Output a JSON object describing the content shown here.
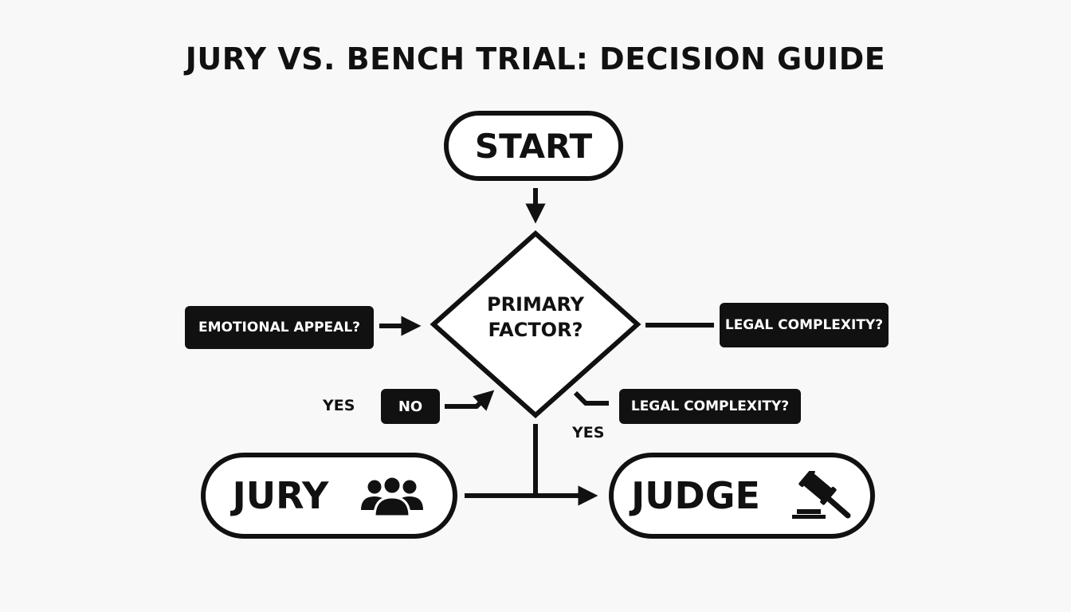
{
  "title": "JURY VS. BENCH TRIAL: DECISION GUIDE",
  "start": {
    "label": "START"
  },
  "decision": {
    "line1": "PRIMARY",
    "line2": "FACTOR?"
  },
  "tags": {
    "emotional": "EMOTIONAL APPEAL?",
    "legal_right": "LEGAL COMPLEXITY?",
    "no": "NO",
    "legal_mid": "LEGAL COMPLEXITY?"
  },
  "labels": {
    "yes_left": "YES",
    "yes_mid": "YES"
  },
  "outcomes": {
    "jury": {
      "label": "JURY",
      "icon": "people-group-icon"
    },
    "judge": {
      "label": "JUDGE",
      "icon": "gavel-icon"
    }
  }
}
